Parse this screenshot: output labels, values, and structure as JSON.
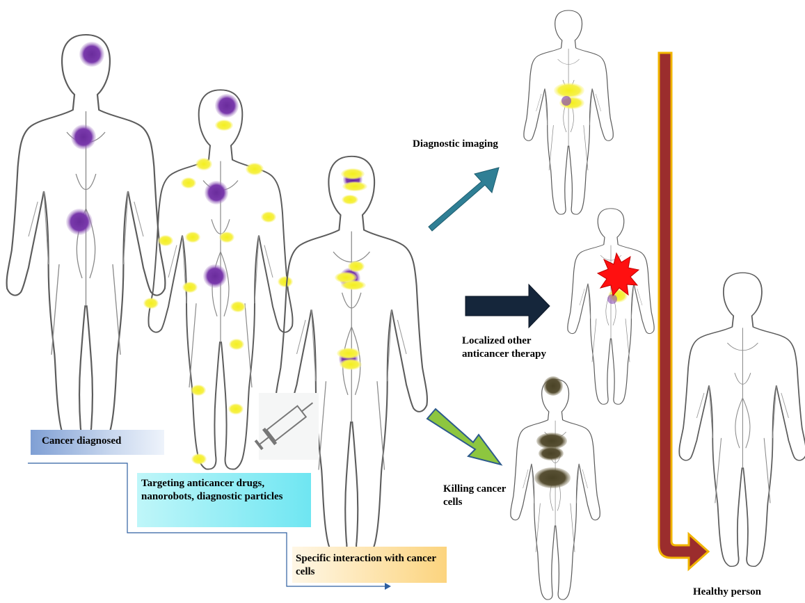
{
  "labels": {
    "cancer_diagnosed": "Cancer diagnosed",
    "targeting": "Targeting anticancer drugs, nanorobots, diagnostic particles",
    "specific_interaction": "Specific interaction with cancer cells",
    "diagnostic_imaging": "Diagnostic imaging",
    "localized_therapy": "Localized other anticancer therapy",
    "killing": "Killing cancer cells",
    "healthy": "Healthy person"
  },
  "colors": {
    "tumor": "#6a2c9c",
    "marker": "#f4ef1e",
    "arrow_imaging": "#2f7f95",
    "arrow_therapy": "#15263b",
    "arrow_killing": "#8dc63f",
    "arrow_healthy": "#9b2d2d",
    "arrow_healthy_border": "#f0b400",
    "star": "#ff1010",
    "dead_cells": "#4a4326"
  }
}
